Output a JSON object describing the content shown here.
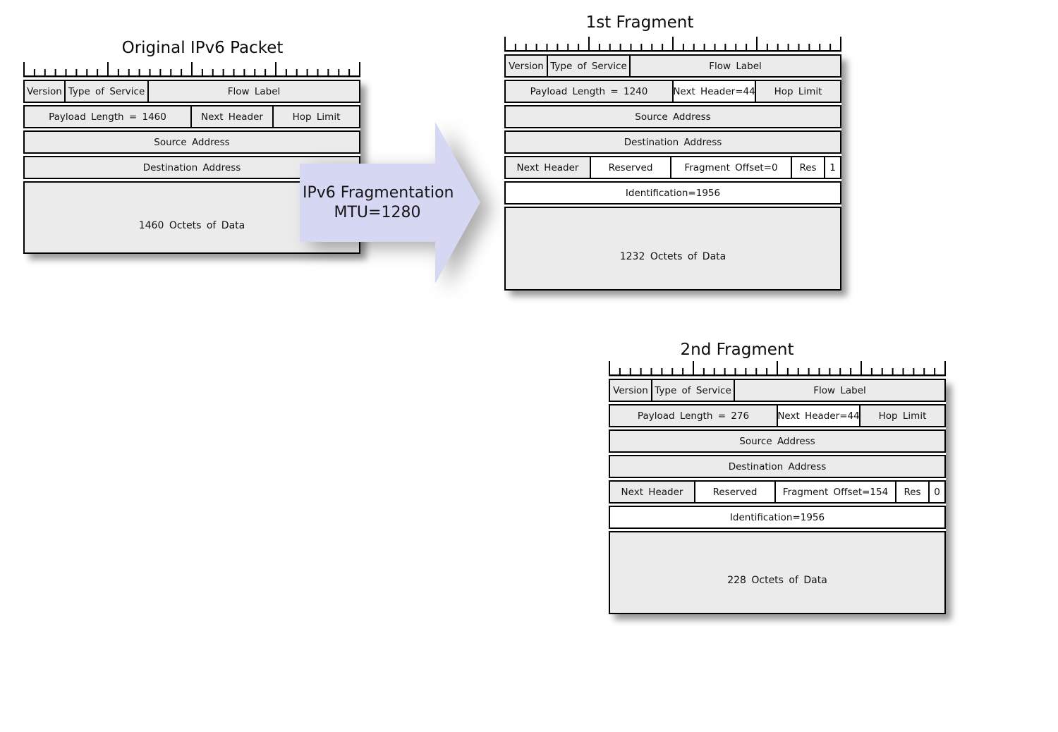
{
  "colors": {
    "cell_grey": "#ebebeb",
    "cell_white": "#ffffff",
    "border": "#000000",
    "arrow_fill": "#d6d7f3"
  },
  "arrow": {
    "label_line1": "IPv6 Fragmentation",
    "label_line2": "MTU=1280"
  },
  "diagrams": {
    "original": {
      "title": "Original IPv6 Packet",
      "row1": {
        "version": "Version",
        "tos": "Type of Service",
        "flow": "Flow Label"
      },
      "row2": {
        "payload": "Payload Length = 1460",
        "next_header": "Next Header",
        "hop": "Hop Limit"
      },
      "source": "Source Address",
      "destination": "Destination Address",
      "data": "1460 Octets of Data"
    },
    "fragment1": {
      "title": "1st Fragment",
      "row1": {
        "version": "Version",
        "tos": "Type of Service",
        "flow": "Flow Label"
      },
      "row2": {
        "payload": "Payload Length = 1240",
        "next_header": "Next Header=44",
        "hop": "Hop Limit"
      },
      "source": "Source Address",
      "destination": "Destination Address",
      "frag_row": {
        "next_header": "Next Header",
        "reserved": "Reserved",
        "offset": "Fragment Offset=0",
        "res": "Res",
        "m_flag": "1"
      },
      "identification": "Identification=1956",
      "data": "1232 Octets of Data"
    },
    "fragment2": {
      "title": "2nd Fragment",
      "row1": {
        "version": "Version",
        "tos": "Type of Service",
        "flow": "Flow Label"
      },
      "row2": {
        "payload": "Payload Length = 276",
        "next_header": "Next Header=44",
        "hop": "Hop Limit"
      },
      "source": "Source Address",
      "destination": "Destination Address",
      "frag_row": {
        "next_header": "Next Header",
        "reserved": "Reserved",
        "offset": "Fragment Offset=154",
        "res": "Res",
        "m_flag": "0"
      },
      "identification": "Identification=1956",
      "data": "228 Octets of Data"
    }
  }
}
